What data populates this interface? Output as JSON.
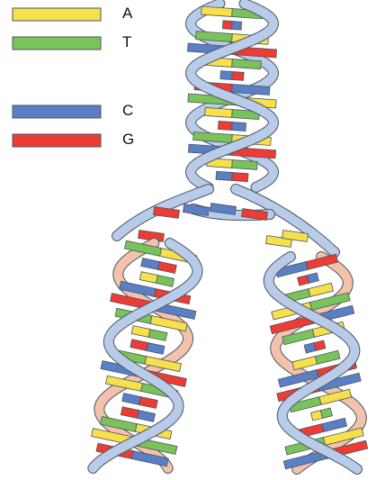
{
  "legend": [
    {
      "base": "A",
      "label": "A",
      "color": "#f7e04a"
    },
    {
      "base": "T",
      "label": "T",
      "color": "#7ac35a"
    },
    {
      "base": "C",
      "label": "C",
      "color": "#5b7fc5"
    },
    {
      "base": "G",
      "label": "G",
      "color": "#ee3b33"
    }
  ],
  "colors": {
    "backbone_parent": "#b8cbe8",
    "backbone_new": "#f2c2ad",
    "outline": "#4a5560"
  }
}
